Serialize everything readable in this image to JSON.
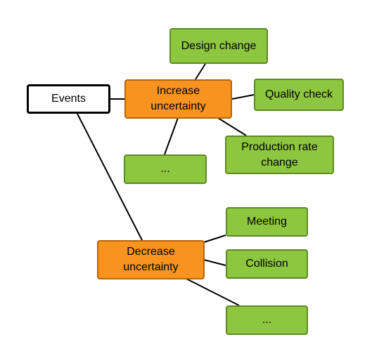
{
  "diagram": {
    "root": {
      "label": "Events"
    },
    "increase": {
      "label_line1": "Increase",
      "label_line2": "uncertainty",
      "children": {
        "design": "Design change",
        "quality": "Quality check",
        "production_line1": "Production rate",
        "production_line2": "change",
        "more": "..."
      }
    },
    "decrease": {
      "label_line1": "Decrease",
      "label_line2": "uncertainty",
      "children": {
        "meeting": "Meeting",
        "collision": "Collision",
        "more": "..."
      }
    }
  },
  "colors": {
    "leaf_fill": "#8dc63f",
    "category_fill": "#f7931e",
    "root_fill": "#ffffff",
    "edge": "#000000"
  }
}
